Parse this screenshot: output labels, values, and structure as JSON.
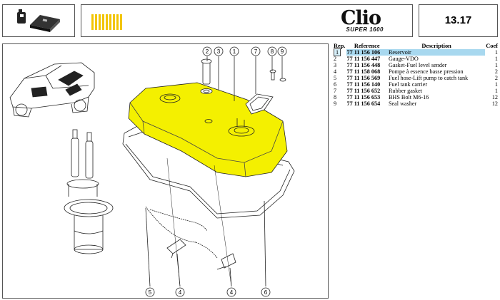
{
  "header": {
    "model_name": "Clio",
    "model_subtitle": "SUPER 1600",
    "page_number": "13.17"
  },
  "colors": {
    "tank_yellow": "#f4f000",
    "selection_blue": "#a8d8ef",
    "header_yellow": "#f2c500"
  },
  "icons": {
    "header_left": "fuel-pump-and-battery-icon"
  },
  "diagram": {
    "callouts": [
      "1",
      "2",
      "3",
      "4",
      "4",
      "5",
      "6",
      "7",
      "8",
      "9"
    ]
  },
  "parts_table": {
    "columns": [
      "Rep.",
      "Reference",
      "Description",
      "Coef"
    ],
    "rows": [
      {
        "rep": "1",
        "reference": "77 11 156 106",
        "description": "Reservoir",
        "coef": "1",
        "selected": true
      },
      {
        "rep": "2",
        "reference": "77 11 156 447",
        "description": "Gauge-VDO",
        "coef": "1"
      },
      {
        "rep": "3",
        "reference": "77 11 156 448",
        "description": "Gasket-Fuel level sender",
        "coef": "1"
      },
      {
        "rep": "4",
        "reference": "77 11 158 068",
        "description": "Pompe à essence basse pression",
        "coef": "2"
      },
      {
        "rep": "5",
        "reference": "77 11 156 569",
        "description": "Fuel hose-Lift pump to catch tank",
        "coef": "2"
      },
      {
        "rep": "6",
        "reference": "77 11 156 140",
        "description": "Fuel tank carrier",
        "coef": "1"
      },
      {
        "rep": "7",
        "reference": "77 11 156 652",
        "description": "Rubber gasket",
        "coef": "1"
      },
      {
        "rep": "8",
        "reference": "77 11 156 653",
        "description": "BHS Bolt M6-16",
        "coef": "12"
      },
      {
        "rep": "9",
        "reference": "77 11 156 654",
        "description": "Seal washer",
        "coef": "12"
      }
    ]
  }
}
